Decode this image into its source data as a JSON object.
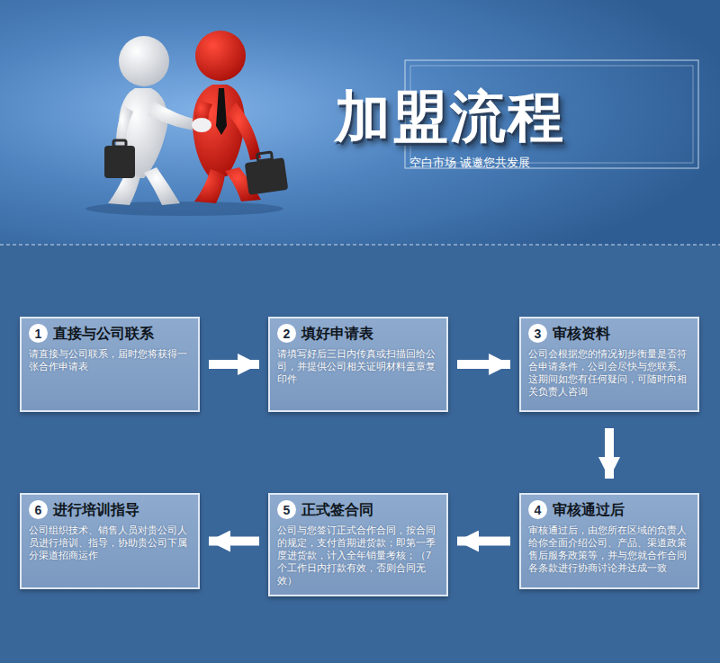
{
  "diagram": {
    "title": "加盟流程",
    "nodes": [
      {
        "text": [
          "1",
          "直接与公司联系",
          "请直接与公司联系，届时您将获得一张合作申请表"
        ]
      },
      {
        "text": [
          "2",
          "填好申请表",
          "请填写好后三日内传真或扫描回给公司，并提供公司相关证明材料盖章复印件"
        ]
      },
      {
        "text": [
          "3",
          "审核资料",
          "公司会根据您的情况初步衡量是否符合申请条件，公司会尽快与您联系。这期间如您有任何疑问，可随时向相关负责人咨询"
        ]
      },
      {
        "text": [
          "4",
          "审核通过后",
          "审核通过后，由您所在区域的负责人给你全面介绍公司、产品、渠道政策售后服务政策等，并与您就合作合同各条款进行协商讨论并达成一致"
        ]
      },
      {
        "text": [
          "5",
          "正式签合同",
          "公司与您签订正式合作合同，按合同的规定，支付首期进货款；即第一季度进货款，计入全年销量考核；（7个工作日内打款有效，否则合同无效）"
        ]
      },
      {
        "text": [
          "6",
          "进行培训指导",
          "公司组织技术、销售人员对贵公司人员进行培训、指导，协助贵公司下属分渠道招商运作"
        ]
      }
    ],
    "edges": [
      {
        "from": 0,
        "to": 1,
        "arrow": "to"
      },
      {
        "from": 1,
        "to": 2,
        "arrow": "to"
      },
      {
        "from": 2,
        "to": 3,
        "arrow": "to"
      },
      {
        "from": 3,
        "to": 4,
        "arrow": "to"
      },
      {
        "from": 4,
        "to": 5,
        "arrow": "to"
      }
    ],
    "labels": [
      "空白市场 诚邀您共发展"
    ]
  }
}
